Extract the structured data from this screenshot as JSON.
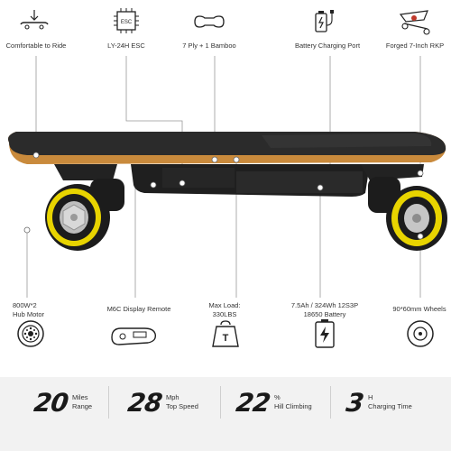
{
  "top_features": [
    {
      "label": "Comfortable to Ride",
      "icon": "skateboard-ride-icon"
    },
    {
      "label": "LY-24H ESC",
      "icon": "esc-chip-icon"
    },
    {
      "label": "7 Ply + 1 Bamboo",
      "icon": "deck-shape-icon"
    },
    {
      "label": "Battery Charging Port",
      "icon": "charging-port-icon"
    },
    {
      "label": "Forged 7-Inch RKP",
      "icon": "truck-icon"
    }
  ],
  "esc_icon_text": "ESC",
  "bottom_features": [
    {
      "label": "800W*2\nHub Motor",
      "line1": "800W*2",
      "line2": "Hub Motor",
      "icon": "hub-motor-icon"
    },
    {
      "label": "M6C Display Remote",
      "line1": "M6C Display Remote",
      "line2": "",
      "icon": "remote-icon"
    },
    {
      "label": "Max Load:\n330LBS",
      "line1": "Max Load:",
      "line2": "330LBS",
      "icon": "weight-icon"
    },
    {
      "label": "7.5Ah / 324Wh 12S3P\n18650 Battery",
      "line1": "7.5Ah / 324Wh 12S3P",
      "line2": "18650 Battery",
      "icon": "battery-icon"
    },
    {
      "label": "90*60mm Wheels",
      "line1": "90*60mm Wheels",
      "line2": "",
      "icon": "wheel-icon"
    }
  ],
  "weight_icon_text": "T",
  "specs": [
    {
      "value": "20",
      "unit": "Miles",
      "desc": "Range"
    },
    {
      "value": "28",
      "unit": "Mph",
      "desc": "Top Speed"
    },
    {
      "value": "22",
      "unit": "%",
      "desc": "Hill Climbing"
    },
    {
      "value": "3",
      "unit": "H",
      "desc": "Charging Time"
    }
  ],
  "colors": {
    "deck_wood": "#c98a3c",
    "grip_tape": "#2b2b2b",
    "wheel_yellow": "#e8d400",
    "spec_bg": "#f2f2f2"
  }
}
